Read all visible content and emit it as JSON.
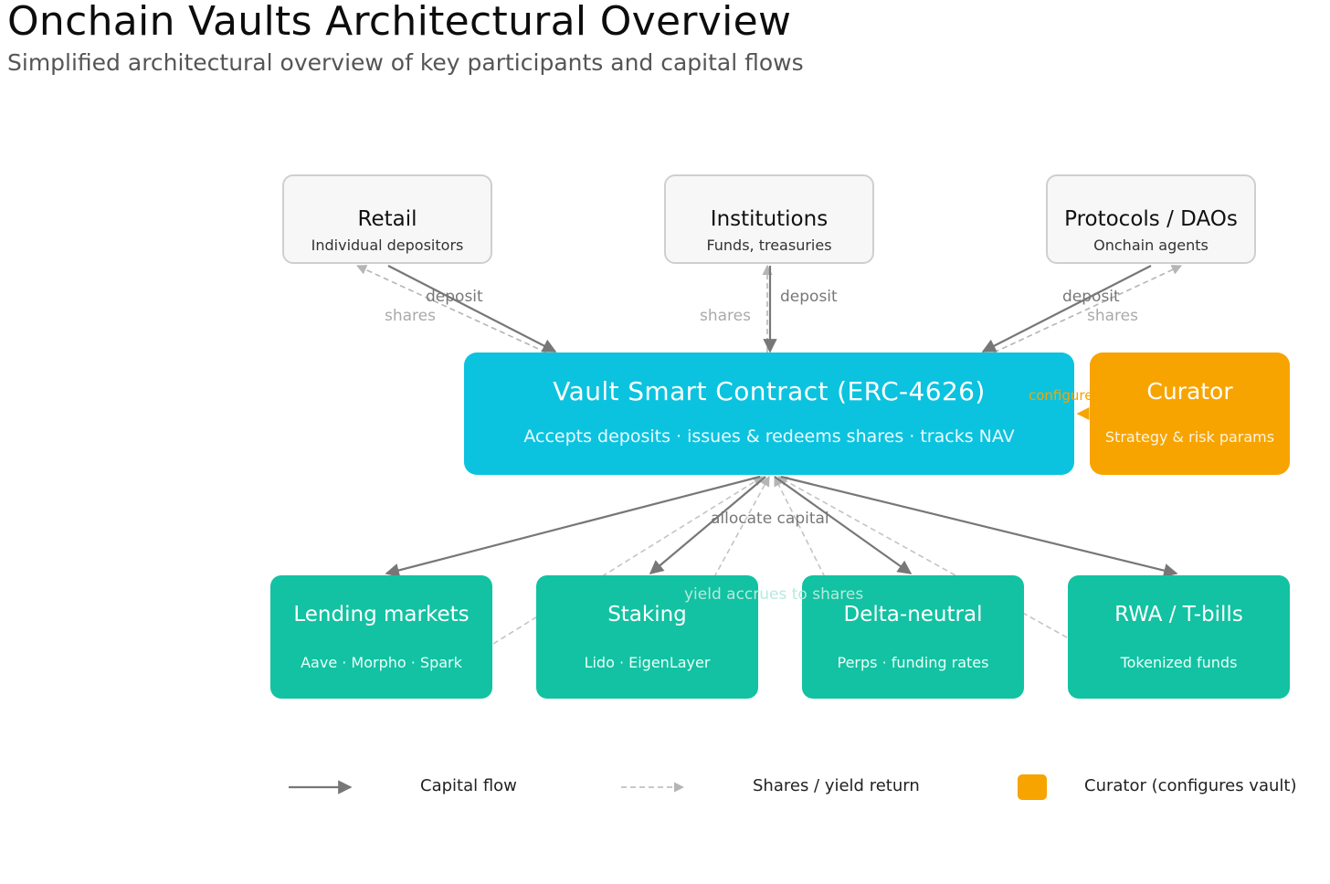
{
  "header": {
    "title": "Onchain Vaults Architectural Overview",
    "subtitle": "Simplified architectural overview of key participants and capital flows"
  },
  "participants": [
    {
      "title": "Retail",
      "subtitle": "Individual depositors"
    },
    {
      "title": "Institutions",
      "subtitle": "Funds, treasuries"
    },
    {
      "title": "Protocols / DAOs",
      "subtitle": "Onchain agents"
    }
  ],
  "vault": {
    "title": "Vault Smart Contract  (ERC-4626)",
    "subtitle": "Accepts deposits  ·  issues & redeems shares  ·  tracks NAV"
  },
  "curator": {
    "title": "Curator",
    "subtitle": "Strategy & risk params",
    "link_label": "configure"
  },
  "strategies": [
    {
      "title": "Lending markets",
      "subtitle": "Aave · Morpho · Spark"
    },
    {
      "title": "Staking",
      "subtitle": "Lido · EigenLayer"
    },
    {
      "title": "Delta-neutral",
      "subtitle": "Perps · funding rates"
    },
    {
      "title": "RWA / T-bills",
      "subtitle": "Tokenized funds"
    }
  ],
  "flow_labels": {
    "deposit": "deposit",
    "shares": "shares",
    "allocate": "allocate capital",
    "yield": "yield accrues to shares"
  },
  "legend": {
    "capital_flow": "Capital flow",
    "shares_return": "Shares / yield return",
    "curator": "Curator (configures vault)"
  },
  "colors": {
    "vault": "#0cc3df",
    "curator": "#f7a400",
    "strategy": "#12c2a2",
    "participant_bg": "#f7f7f7",
    "capital_arrow": "#777777",
    "shares_arrow": "#b5b5b5"
  }
}
